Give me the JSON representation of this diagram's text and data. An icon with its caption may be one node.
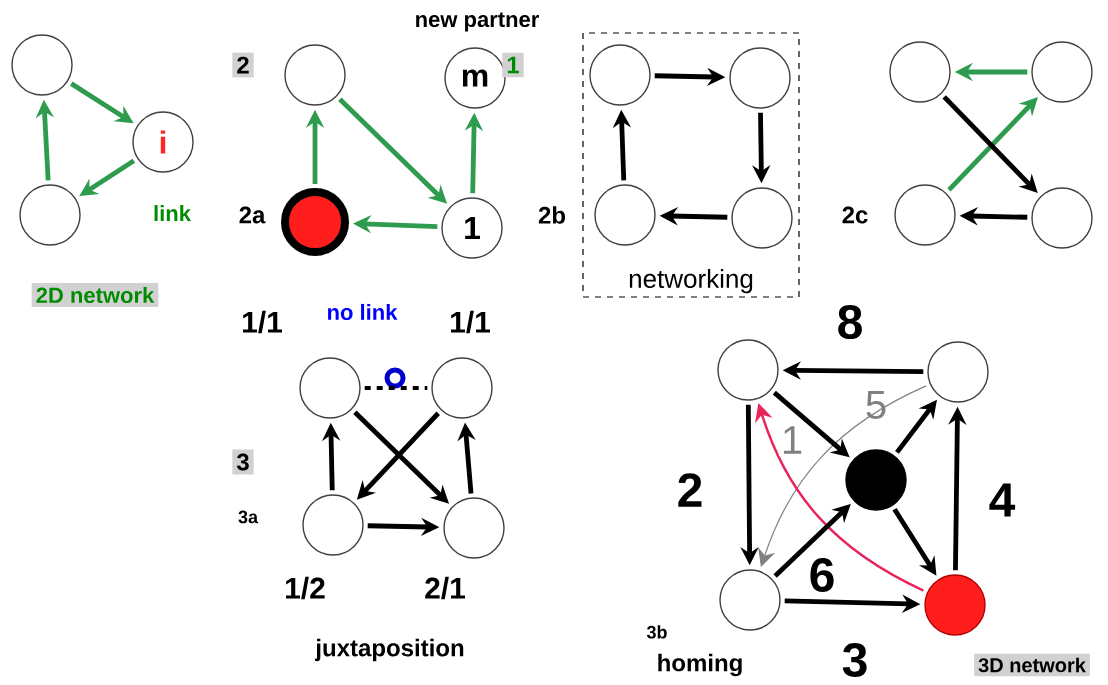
{
  "diagram": {
    "nodes": [
      {
        "text": [],
        "shape": "circle"
      },
      {
        "text": [
          "i"
        ]
      },
      {
        "text": [],
        "shape": "circle"
      },
      {
        "text": [],
        "shape": "circle"
      },
      {
        "text": [
          "m"
        ],
        "beside": [
          "new partner"
        ]
      },
      {
        "text": [],
        "shape": "circle"
      },
      {
        "text": [
          "1"
        ]
      },
      {
        "text": [
          "networking"
        ]
      },
      {
        "text": [],
        "shape": "circle",
        "in": 7
      },
      {
        "text": [],
        "shape": "circle",
        "in": 7
      },
      {
        "text": [],
        "shape": "circle",
        "in": 7
      },
      {
        "text": [],
        "shape": "circle",
        "in": 7
      },
      {
        "text": [],
        "shape": "circle"
      },
      {
        "text": [],
        "shape": "circle"
      },
      {
        "text": [],
        "shape": "circle"
      },
      {
        "text": [],
        "shape": "circle"
      },
      {
        "text": [],
        "shape": "circle",
        "beside": [
          "1/1"
        ]
      },
      {
        "text": [],
        "shape": "circle",
        "beside": [
          "1/1"
        ]
      },
      {
        "text": [],
        "shape": "circle",
        "beside": [
          "1/2"
        ]
      },
      {
        "text": [],
        "shape": "circle",
        "beside": [
          "2/1"
        ]
      },
      {
        "text": [],
        "shape": "circle"
      },
      {
        "text": [],
        "shape": "circle"
      },
      {
        "text": [],
        "shape": "circle"
      },
      {
        "text": [],
        "shape": "circle"
      },
      {
        "text": [],
        "shape": "circle"
      }
    ],
    "edges": [
      {
        "from": 0,
        "to": 1,
        "arrow": "to",
        "color": "#2e9b4e"
      },
      {
        "from": 1,
        "to": 2,
        "arrow": "to",
        "color": "#2e9b4e"
      },
      {
        "from": 2,
        "to": 0,
        "arrow": "to",
        "color": "#2e9b4e"
      },
      {
        "from": 3,
        "to": 6,
        "arrow": "to",
        "color": "#2e9b4e"
      },
      {
        "from": 6,
        "to": 4,
        "arrow": "to",
        "color": "#2e9b4e"
      },
      {
        "from": 6,
        "to": 5,
        "arrow": "to",
        "color": "#2e9b4e"
      },
      {
        "from": 5,
        "to": 3,
        "arrow": "to",
        "color": "#2e9b4e"
      },
      {
        "from": 8,
        "to": 9,
        "arrow": "to"
      },
      {
        "from": 9,
        "to": 11,
        "arrow": "to"
      },
      {
        "from": 11,
        "to": 10,
        "arrow": "to"
      },
      {
        "from": 10,
        "to": 8,
        "arrow": "to"
      },
      {
        "from": 13,
        "to": 12,
        "arrow": "to",
        "color": "#2e9b4e"
      },
      {
        "from": 14,
        "to": 13,
        "arrow": "to",
        "color": "#2e9b4e"
      },
      {
        "from": 12,
        "to": 15,
        "arrow": "to"
      },
      {
        "from": 15,
        "to": 14,
        "arrow": "to"
      },
      {
        "from": 16,
        "to": 17,
        "arrow": "none",
        "style": "dashed",
        "label": "no link"
      },
      {
        "from": 18,
        "to": 16,
        "arrow": "to"
      },
      {
        "from": 19,
        "to": 17,
        "arrow": "to"
      },
      {
        "from": 16,
        "to": 19,
        "arrow": "to"
      },
      {
        "from": 17,
        "to": 18,
        "arrow": "to"
      },
      {
        "from": 18,
        "to": 19,
        "arrow": "to"
      },
      {
        "from": 21,
        "to": 20,
        "arrow": "to",
        "label": "8"
      },
      {
        "from": 20,
        "to": 23,
        "arrow": "to",
        "label": "2"
      },
      {
        "from": 23,
        "to": 24,
        "arrow": "to",
        "label": "3"
      },
      {
        "from": 24,
        "to": 21,
        "arrow": "to",
        "label": "4"
      },
      {
        "from": 21,
        "to": 23,
        "arrow": "to",
        "label": "5",
        "color": "#808080"
      },
      {
        "from": 24,
        "to": 20,
        "arrow": "to",
        "label": "1",
        "color": "#e8245a"
      },
      {
        "from": 23,
        "to": 22,
        "arrow": "to",
        "label": "6"
      },
      {
        "from": 20,
        "to": 22,
        "arrow": "to"
      },
      {
        "from": 22,
        "to": 21,
        "arrow": "to"
      },
      {
        "from": 22,
        "to": 24,
        "arrow": "to"
      }
    ],
    "labels": [
      "2",
      "1",
      "link",
      "2a",
      "2b",
      "2c",
      "2D network",
      "3",
      "3a",
      "3b",
      "juxtaposition",
      "homing",
      "3D network"
    ]
  }
}
